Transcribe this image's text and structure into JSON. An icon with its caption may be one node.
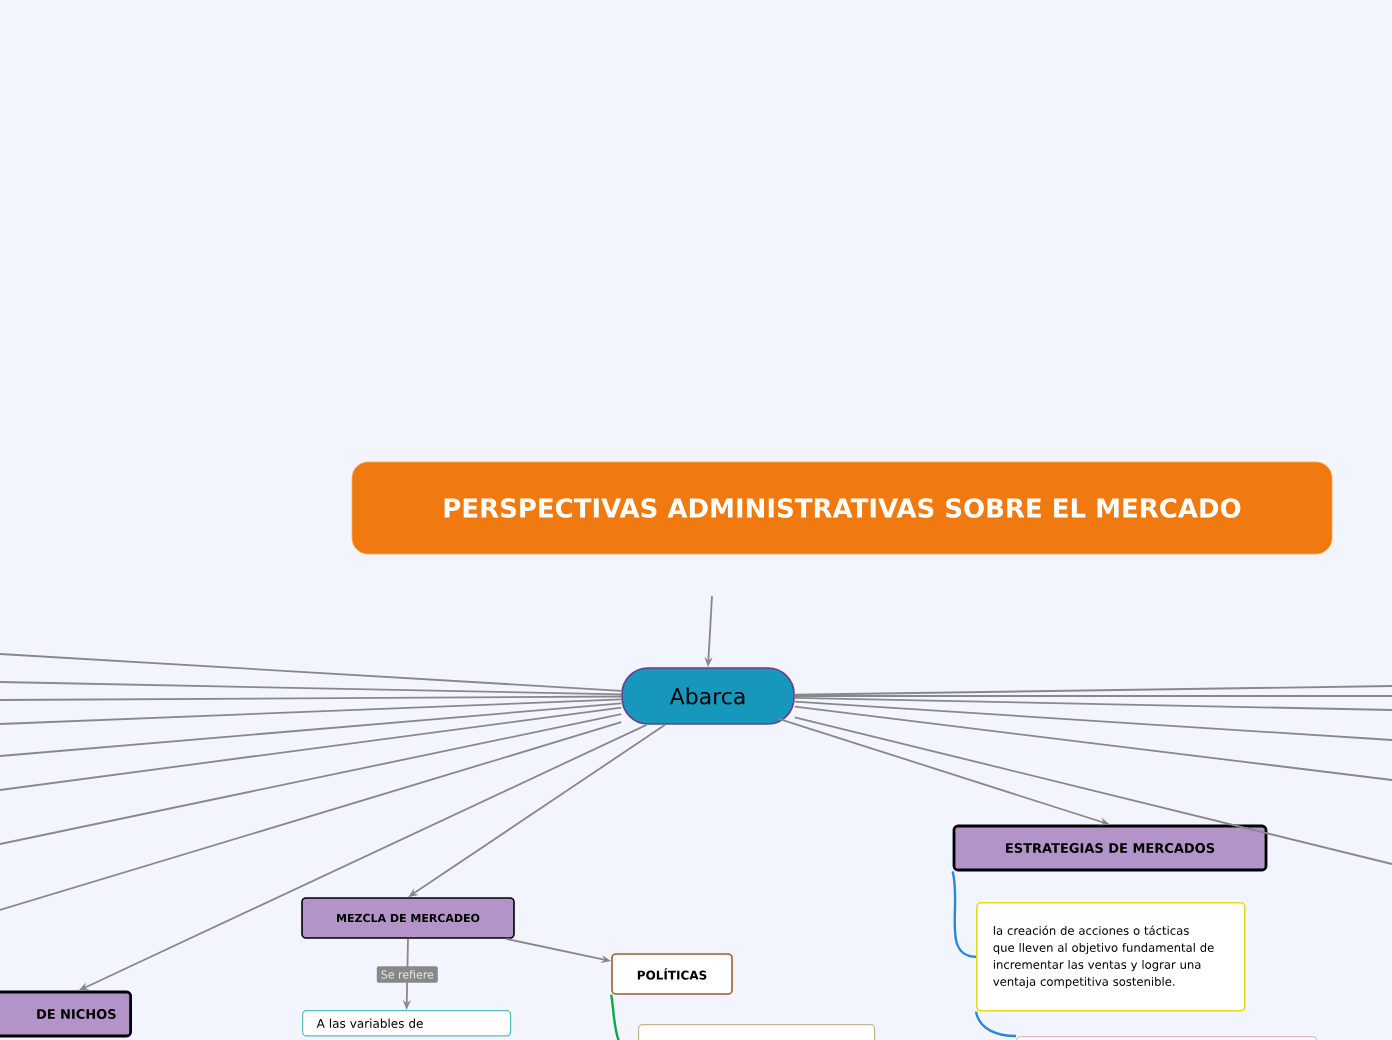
{
  "diagram": {
    "title": "PERSPECTIVAS ADMINISTRATIVAS SOBRE EL MERCADO",
    "nodes": [
      {
        "text": [
          "Abarca"
        ]
      },
      {
        "text": [
          "DE NICHOS"
        ]
      },
      {
        "text": [
          "MEZCLA DE MERCADEO"
        ]
      },
      {
        "text": [
          "A las variables de"
        ]
      },
      {
        "text": [
          "POLÍTICAS"
        ]
      },
      {
        "text": [],
        "shape": "box"
      },
      {
        "text": [
          "ESTRATEGIAS DE MERCADOS"
        ]
      },
      {
        "text": [
          "la creación de acciones o tácticas que lleven al objetivo fundamental de incrementar las ventas y lograr una ventaja competitiva sostenible."
        ]
      },
      {
        "text": [],
        "shape": "box"
      }
    ],
    "edges": [
      {
        "from": 0,
        "to": 1,
        "arrow": "to"
      },
      {
        "from": 0,
        "to": 2,
        "arrow": "to"
      },
      {
        "from": 0,
        "to": 6,
        "arrow": "to"
      },
      {
        "from": 2,
        "to": 4,
        "arrow": "to"
      },
      {
        "from": 2,
        "to": 3,
        "label": "Se refiere",
        "arrow": "to"
      },
      {
        "from": 6,
        "to": 7,
        "arrow": "none",
        "color": "#2a8ad6"
      },
      {
        "from": 7,
        "to": 8,
        "arrow": "none",
        "color": "#2a8ad6"
      },
      {
        "from": 4,
        "to": 5,
        "arrow": "none",
        "color": "#12a64a"
      },
      {
        "from": 0,
        "to": null,
        "arrow": "none"
      },
      {
        "from": 0,
        "to": null,
        "arrow": "none"
      },
      {
        "from": 0,
        "to": null,
        "arrow": "none"
      },
      {
        "from": 0,
        "to": null,
        "arrow": "none"
      },
      {
        "from": 0,
        "to": null,
        "arrow": "none"
      },
      {
        "from": 0,
        "to": null,
        "arrow": "none"
      },
      {
        "from": 0,
        "to": null,
        "arrow": "none"
      },
      {
        "from": 0,
        "to": null,
        "arrow": "none"
      },
      {
        "from": 0,
        "to": null,
        "arrow": "none"
      },
      {
        "from": 0,
        "to": null,
        "arrow": "none"
      },
      {
        "from": 0,
        "to": null,
        "arrow": "none"
      },
      {
        "from": 0,
        "to": null,
        "arrow": "none"
      },
      {
        "from": 0,
        "to": null,
        "arrow": "none"
      },
      {
        "from": 0,
        "to": null,
        "arrow": "none"
      },
      {
        "from": null,
        "to": 0,
        "arrow": "to"
      }
    ]
  }
}
